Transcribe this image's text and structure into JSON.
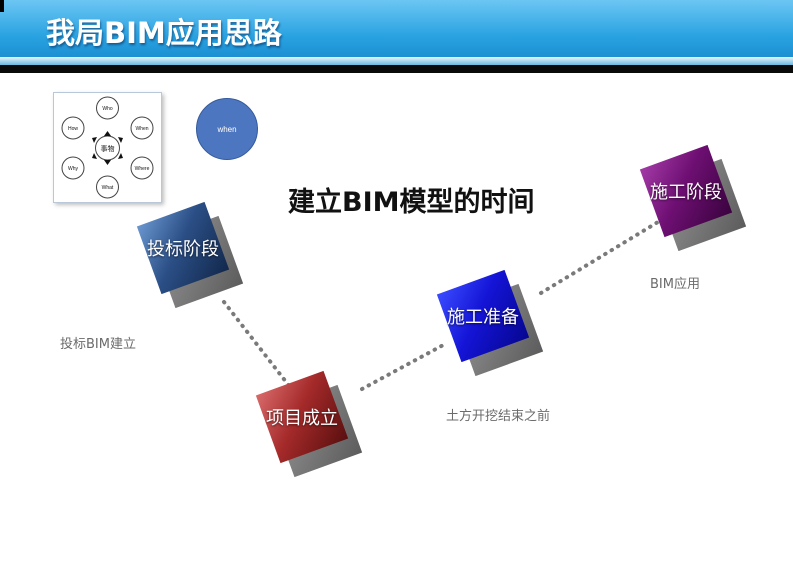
{
  "header": {
    "title": "我局BIM应用思路"
  },
  "thumbnail": {
    "center": "事物",
    "items": [
      "Who",
      "When",
      "Where",
      "What",
      "Why",
      "How"
    ]
  },
  "when_circle": {
    "label": "when"
  },
  "main_heading": "建立BIM模型的时间",
  "stages": [
    {
      "label": "投标阶段",
      "note": "投标BIM建立",
      "color": "#1f3d72"
    },
    {
      "label": "项目成立",
      "note": "",
      "color": "#9a2222"
    },
    {
      "label": "施工准备",
      "note": "土方开挖结束之前",
      "color": "#1010c8"
    },
    {
      "label": "施工阶段",
      "note": "BIM应用",
      "color": "#5a0a5e"
    }
  ]
}
